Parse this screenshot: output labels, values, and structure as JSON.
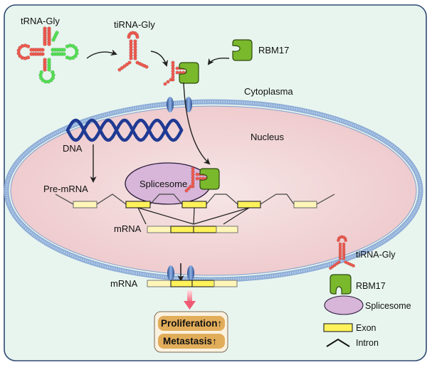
{
  "labels": {
    "trna": "tRNA-Gly",
    "tirna": "tiRNA-Gly",
    "rbm17": "RBM17",
    "cytoplasma": "Cytoplasma",
    "nucleus": "Nucleus",
    "dna": "DNA",
    "spliceosome": "Splicesome",
    "pre_mrna": "Pre-mRNA",
    "mrna_nuclear": "mRNA",
    "mrna_cyto": "mRNA"
  },
  "outcomes": {
    "proliferation": "Proliferation↑",
    "metastasis": "Metastasis↑"
  },
  "legend": [
    {
      "icon": "tirna-icon",
      "label": "tiRNA-Gly"
    },
    {
      "icon": "rbm17-icon",
      "label": "RBM17"
    },
    {
      "icon": "spliceosome-icon",
      "label": "Splicesome"
    },
    {
      "icon": "exon-icon",
      "label": "Exon"
    },
    {
      "icon": "intron-icon",
      "label": "Intron"
    }
  ],
  "colors": {
    "cell_background": "#e8f5ef",
    "cell_border": "#2f4a73",
    "nucleus_fill": "#f4dede",
    "membrane": "#8faed6",
    "dna_helix": "#1f3a93",
    "rna_red": "#ef5a4f",
    "rna_green": "#55e055",
    "rbm17_green": "#7ab82c",
    "spliceosome_fill": "#d7b6d9",
    "exon_yellow": "#fff25a",
    "outcome_fill": "#e2ad5a"
  }
}
